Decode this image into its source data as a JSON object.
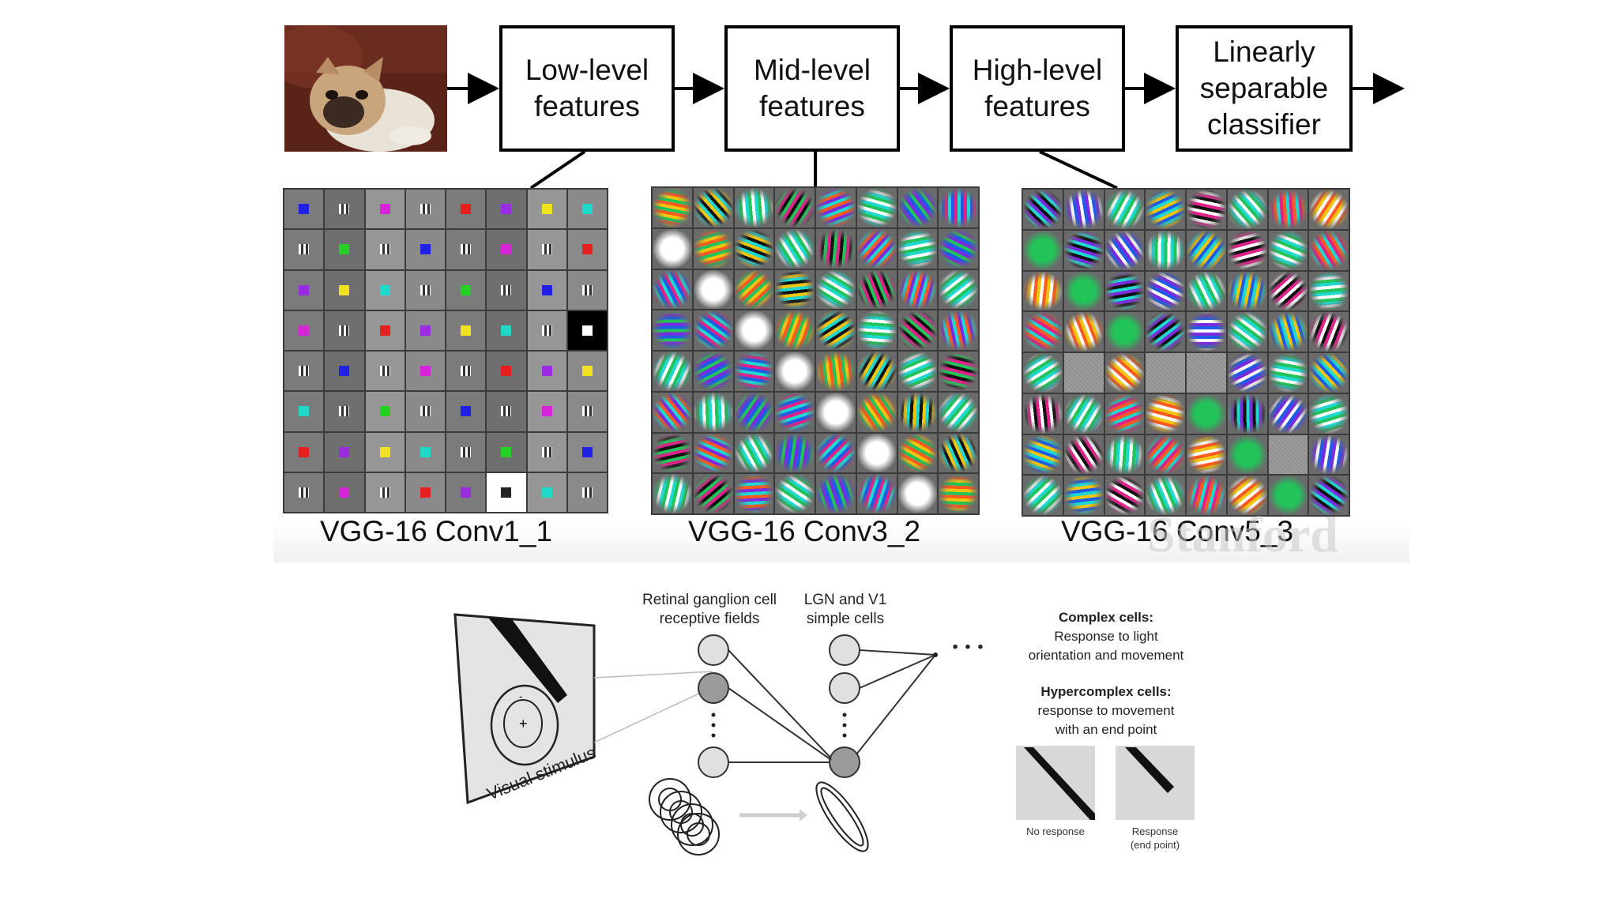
{
  "pipeline": {
    "boxes": [
      {
        "id": "low",
        "label": "Low-level\nfeatures"
      },
      {
        "id": "mid",
        "label": "Mid-level\nfeatures"
      },
      {
        "id": "high",
        "label": "High-level\nfeatures"
      },
      {
        "id": "classifier",
        "label": "Linearly\nseparable\nclassifier"
      }
    ],
    "input_photo": "dog-photo"
  },
  "filters": {
    "conv1_label": "VGG-16 Conv1_1",
    "conv3_label": "VGG-16 Conv3_2",
    "conv5_label": "VGG-16 Conv5_3"
  },
  "watermark": "Stanford",
  "hubel": {
    "retinal_label": "Retinal ganglion cell\nreceptive fields",
    "lgn_label": "LGN and V1\nsimple cells",
    "visual_stimulus": "Visual stimulus",
    "complex_title": "Complex cells:",
    "complex_desc": "Response to light\norientation and movement",
    "hyper_title": "Hypercomplex cells:",
    "hyper_desc": "response to movement\nwith an end point",
    "no_response": "No response",
    "response_end": "Response\n(end point)",
    "ellipsis": "• • •"
  },
  "colors": {
    "conv1_swatches": [
      "#f1e21f",
      "#e62020",
      "#d824d8",
      "#2020e6",
      "#24d024",
      "#20d8c8",
      "#9a2be0",
      "#ffffff",
      "#000000"
    ]
  }
}
